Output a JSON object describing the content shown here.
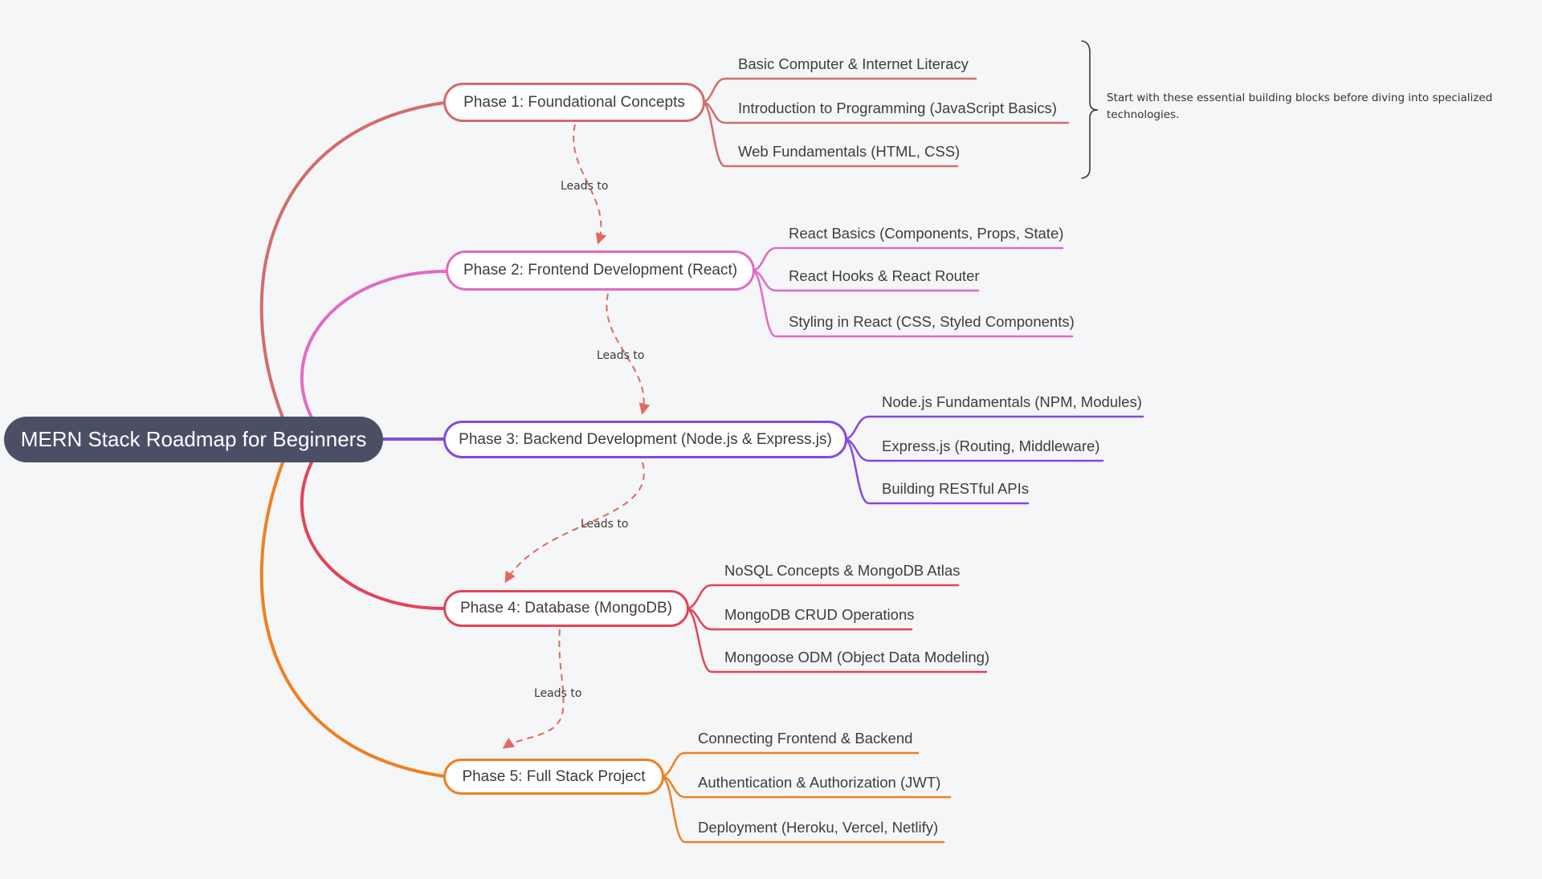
{
  "title": "MERN Stack Roadmap for Beginners",
  "colors": {
    "background": "#f5f6f7",
    "root_bg": "#4a4f66",
    "root_text": "#ffffff",
    "text": "#3d3d3d",
    "arrow": "#e3685c",
    "bracket": "#3a3a3a"
  },
  "root": {
    "label": "MERN Stack Roadmap for Beginners"
  },
  "phases": [
    {
      "label": "Phase 1: Foundational Concepts",
      "color": "#d16d6b",
      "children": [
        {
          "label": "Basic Computer & Internet Literacy"
        },
        {
          "label": "Introduction to Programming (JavaScript Basics)"
        },
        {
          "label": "Web Fundamentals (HTML, CSS)"
        }
      ]
    },
    {
      "label": "Phase 2: Frontend Development (React)",
      "color": "#e06bc5",
      "children": [
        {
          "label": "React Basics (Components, Props, State)"
        },
        {
          "label": "React Hooks & React Router"
        },
        {
          "label": "Styling in React (CSS, Styled Components)"
        }
      ]
    },
    {
      "label": "Phase 3: Backend Development (Node.js & Express.js)",
      "color": "#8649e0",
      "children": [
        {
          "label": "Node.js Fundamentals (NPM, Modules)"
        },
        {
          "label": "Express.js (Routing, Middleware)"
        },
        {
          "label": "Building RESTful APIs"
        }
      ]
    },
    {
      "label": "Phase 4: Database (MongoDB)",
      "color": "#e24458",
      "children": [
        {
          "label": "NoSQL Concepts & MongoDB Atlas"
        },
        {
          "label": "MongoDB CRUD Operations"
        },
        {
          "label": "Mongoose ODM (Object Data Modeling)"
        }
      ]
    },
    {
      "label": "Phase 5: Full Stack Project",
      "color": "#ef7f22",
      "children": [
        {
          "label": "Connecting Frontend & Backend"
        },
        {
          "label": "Authentication & Authorization (JWT)"
        },
        {
          "label": "Deployment (Heroku, Vercel, Netlify)"
        }
      ]
    }
  ],
  "links": [
    {
      "label": "Leads to"
    },
    {
      "label": "Leads to"
    },
    {
      "label": "Leads to"
    },
    {
      "label": "Leads to"
    }
  ],
  "annotation": {
    "text": "Start with these essential building blocks before diving into specialized technologies."
  }
}
